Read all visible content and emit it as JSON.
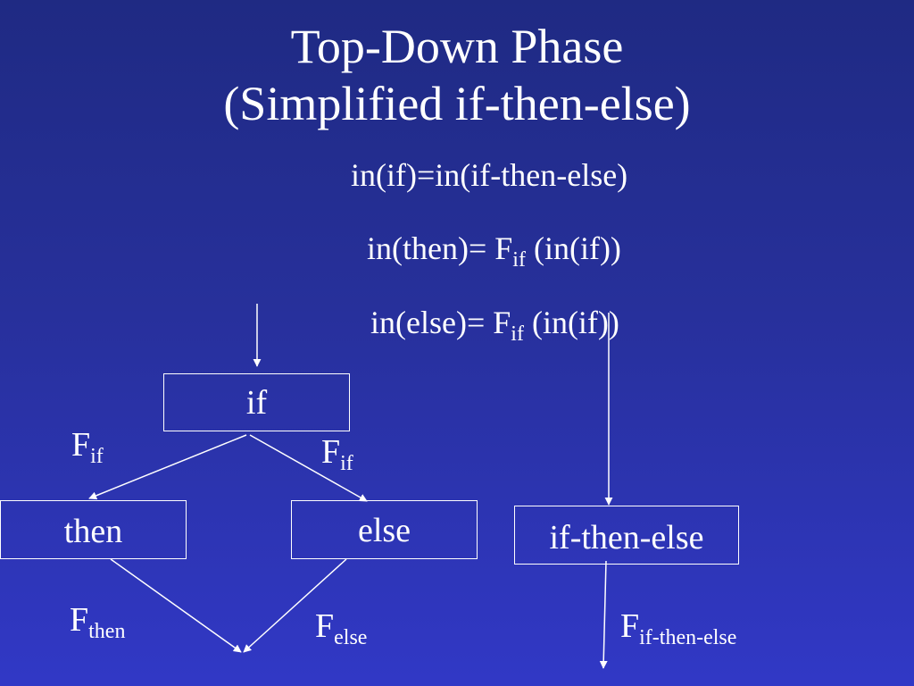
{
  "title": {
    "line1": "Top-Down Phase",
    "line2": "(Simplified if-then-else)"
  },
  "equations": {
    "eq1": "in(if)=in(if-then-else)",
    "eq2_lhs": "in(then)= F",
    "eq2_sub": "if",
    "eq2_rhs": " (in(if))",
    "eq3_lhs": "in(else)= F",
    "eq3_sub": "if",
    "eq3_rhs": " (in(if))"
  },
  "nodes": {
    "if": "if",
    "then": "then",
    "else": "else",
    "ite": "if-then-else"
  },
  "edge_labels": {
    "f": "F",
    "if_left_sub": "if",
    "if_right_sub": "if",
    "then_sub": "then",
    "else_sub": "else",
    "ite_sub": "if-then-else"
  }
}
